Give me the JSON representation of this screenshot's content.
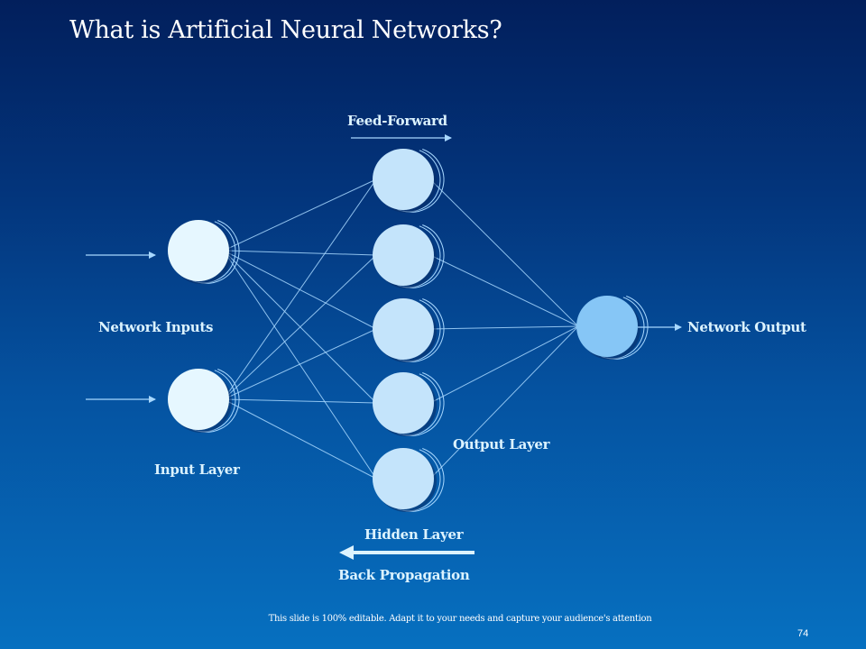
{
  "slide": {
    "title": "What is Artificial Neural Networks?",
    "footer_note": "This slide is 100% editable. Adapt it to your needs and capture your audience's attention",
    "page_number": "74"
  },
  "labels": {
    "feed_forward": "Feed-Forward",
    "network_inputs": "Network Inputs",
    "input_layer": "Input Layer",
    "hidden_layer": "Hidden Layer",
    "output_layer": "Output Layer",
    "network_output": "Network Output",
    "back_propagation": "Back Propagation"
  },
  "colors": {
    "background_top": "#021f5c",
    "background_bottom": "#0670c0",
    "input_node": "#e6f7ff",
    "hidden_node": "#c4e4fb",
    "output_node": "#86c6f6",
    "connection_line": "#a8d8ff",
    "label_text": "#dcf3ff"
  },
  "network": {
    "layers": [
      {
        "name": "input",
        "node_count": 2
      },
      {
        "name": "hidden",
        "node_count": 5
      },
      {
        "name": "output",
        "node_count": 1
      }
    ],
    "connections": "fully-connected",
    "feed_forward_direction": "right",
    "back_propagation_direction": "left"
  }
}
